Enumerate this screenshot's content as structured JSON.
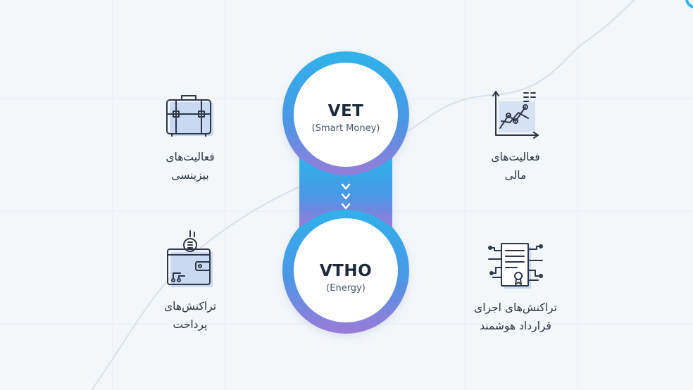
{
  "center": {
    "top_token": {
      "name": "VET",
      "subtitle": "(Smart Money)"
    },
    "bottom_token": {
      "name": "VTHO",
      "subtitle": "(Energy)"
    },
    "arrows_icon": "triple-chevron-down"
  },
  "features": {
    "business": {
      "line1": "فعالیت‌های",
      "line2": "بیزینسی",
      "icon": "briefcase-icon"
    },
    "financial": {
      "line1": "فعالیت‌های",
      "line2": "مالی",
      "icon": "line-chart-icon"
    },
    "payments": {
      "line1": "تراکنش‌های",
      "line2": "پرداخت",
      "icon": "wallet-coin-icon"
    },
    "smart_contract": {
      "line1": "تراکنش‌های اجرای",
      "line2": "قرارداد هوشمند",
      "icon": "contract-document-icon"
    }
  },
  "colors": {
    "background": "#f4f7fa",
    "ring_top": "#2eb3ea",
    "ring_mid": "#4a97e6",
    "ring_bottom": "#9b7ad8",
    "icon_stroke": "#2d3748",
    "icon_fill": "#c9d9f2"
  }
}
